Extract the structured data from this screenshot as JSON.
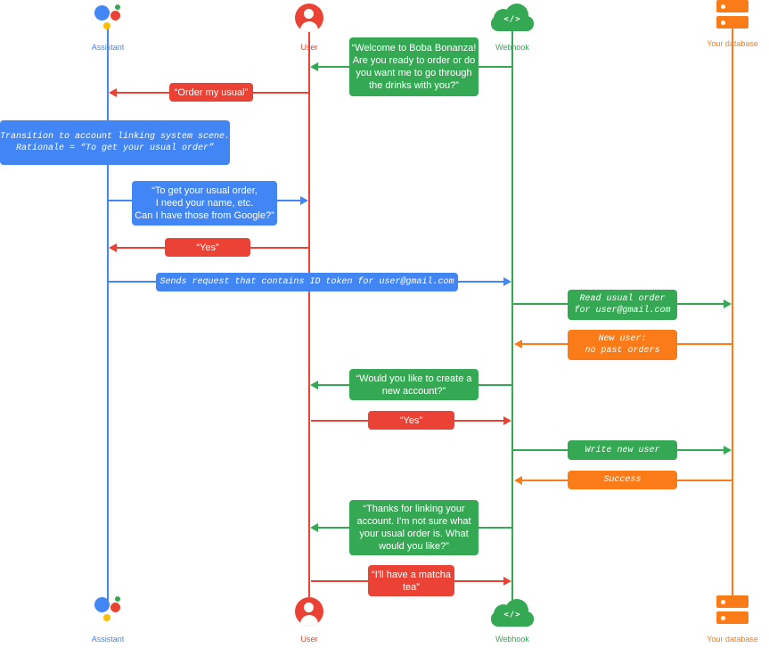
{
  "colors": {
    "blue": "#4285F4",
    "red": "#EA4335",
    "green": "#34A853",
    "orange": "#FA7B17",
    "yellow": "#FBBC04"
  },
  "actors": {
    "assistant": {
      "label": "Assistant",
      "color": "#4285F4"
    },
    "user": {
      "label": "User",
      "color": "#EA4335"
    },
    "webhook": {
      "label": "Webhook",
      "color": "#34A853"
    },
    "database": {
      "label": "Your database",
      "color": "#FA7B17"
    }
  },
  "icons": {
    "webhook_glyph": "</>"
  },
  "messages": [
    {
      "id": "welcome",
      "from": "Webhook",
      "to": "User",
      "kind": "speech",
      "text": "“Welcome to Boba Bonanza!\nAre you ready to order or do\nyou want me to go through\nthe drinks with you?”"
    },
    {
      "id": "order-my-usual",
      "from": "User",
      "to": "Assistant",
      "kind": "speech",
      "text": "“Order my usual”"
    },
    {
      "id": "transition-note",
      "from": "Assistant",
      "to": "Assistant",
      "kind": "system",
      "text": "Transition to account linking system scene.\nRationale = “To get your usual order”"
    },
    {
      "id": "ask-for-info",
      "from": "Assistant",
      "to": "User",
      "kind": "speech",
      "text": "“To get your usual order,\nI need your name, etc.\nCan I have those from Google?”"
    },
    {
      "id": "yes-1",
      "from": "User",
      "to": "Assistant",
      "kind": "speech",
      "text": "“Yes”"
    },
    {
      "id": "sends-request",
      "from": "Assistant",
      "to": "Webhook",
      "kind": "system",
      "text": "Sends request that contains ID token for user@gmail.com"
    },
    {
      "id": "read-usual-order",
      "from": "Webhook",
      "to": "Your database",
      "kind": "system",
      "text": "Read usual order\nfor user@gmail.com"
    },
    {
      "id": "new-user",
      "from": "Your database",
      "to": "Webhook",
      "kind": "system",
      "text": "New user:\nno past orders"
    },
    {
      "id": "create-account",
      "from": "Webhook",
      "to": "User",
      "kind": "speech",
      "text": "“Would you like to create a\nnew account?”"
    },
    {
      "id": "yes-2",
      "from": "User",
      "to": "Webhook",
      "kind": "speech",
      "text": "“Yes”"
    },
    {
      "id": "write-new-user",
      "from": "Webhook",
      "to": "Your database",
      "kind": "system",
      "text": "Write new user"
    },
    {
      "id": "success",
      "from": "Your database",
      "to": "Webhook",
      "kind": "system",
      "text": "Success"
    },
    {
      "id": "thanks-linking",
      "from": "Webhook",
      "to": "User",
      "kind": "speech",
      "text": "“Thanks for linking your\naccount. I'm not sure what\nyour usual order is. What\nwould you like?”"
    },
    {
      "id": "matcha-tea",
      "from": "User",
      "to": "Webhook",
      "kind": "speech",
      "text": "“I'll have a matcha\ntea”"
    }
  ]
}
